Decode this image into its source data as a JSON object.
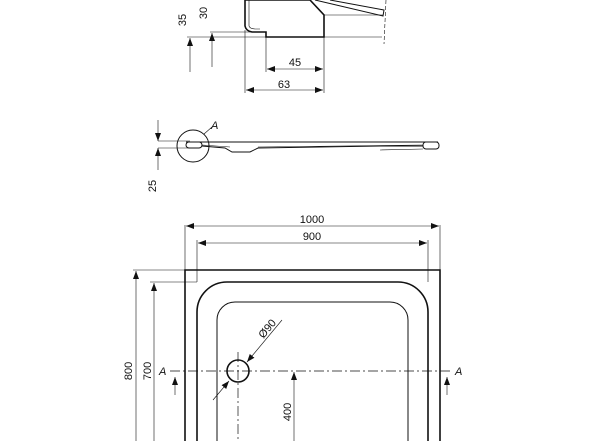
{
  "detail": {
    "dim_35": "35",
    "dim_30": "30",
    "dim_45": "45",
    "dim_63": "63"
  },
  "section": {
    "detail_label": "A",
    "dim_25": "25"
  },
  "plan": {
    "dim_1000": "1000",
    "dim_900": "900",
    "dim_800": "800",
    "dim_700": "700",
    "dim_400": "400",
    "drain_diameter": "Ø90",
    "section_left": "A",
    "section_right": "A"
  }
}
